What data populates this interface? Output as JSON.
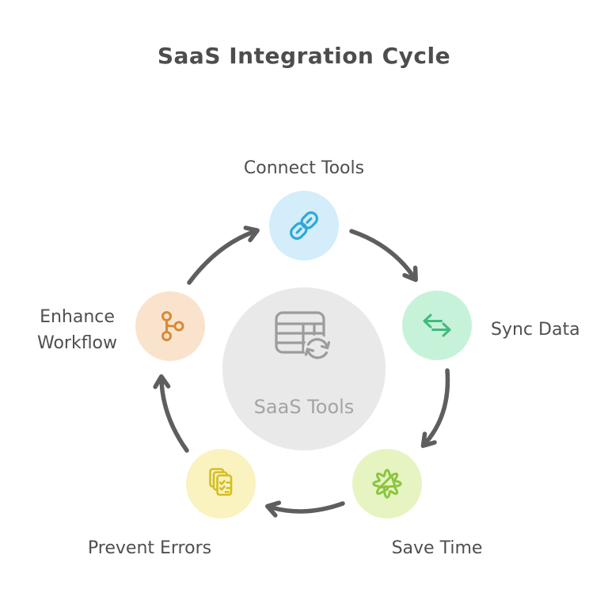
{
  "title": "SaaS Integration Cycle",
  "center": {
    "label": "SaaS Tools",
    "icon": "table-sync-icon",
    "bg_color": "#e9e9e9",
    "icon_color": "#9c9c9c",
    "label_color": "#a4a4a4"
  },
  "nodes": [
    {
      "id": "connect-tools",
      "label": "Connect Tools",
      "icon": "link-icon",
      "bg_color": "#d3edfa",
      "icon_color": "#2fa8da"
    },
    {
      "id": "sync-data",
      "label": "Sync Data",
      "icon": "sync-arrows-icon",
      "bg_color": "#c6f2d9",
      "icon_color": "#41bb7c"
    },
    {
      "id": "save-time",
      "label": "Save Time",
      "icon": "gear-megaphone-icon",
      "bg_color": "#e5f4c1",
      "icon_color": "#8bc53f"
    },
    {
      "id": "prevent-errors",
      "label": "Prevent Errors",
      "icon": "checklist-docs-icon",
      "bg_color": "#faf2bf",
      "icon_color": "#d4be20"
    },
    {
      "id": "enhance-workflow",
      "label": "Enhance Workflow",
      "icon": "branch-icon",
      "bg_color": "#fae3cc",
      "icon_color": "#d98a35"
    }
  ],
  "colors": {
    "background": "#ffffff",
    "title": "#4d4d4d",
    "label": "#4f4f4f",
    "arrow": "#5e5e5e"
  }
}
